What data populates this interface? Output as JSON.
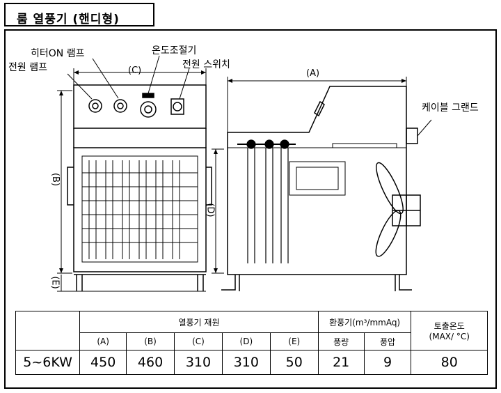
{
  "title": "룸 열풍기 (핸디형)",
  "callouts": {
    "heater_on_lamp": "히터ON 램프",
    "power_lamp": "전원 램프",
    "temp_control": "온도조절기",
    "power_switch": "전원 스위치",
    "cable_gland": "케이블 그랜드"
  },
  "dimension_labels": {
    "a": "(A)",
    "b": "(B)",
    "c": "(C)",
    "d": "(D)",
    "e": "(E)"
  },
  "table": {
    "group_heater": "열풍기 재원",
    "group_fan": "환풍기(m³/mmAq)",
    "group_outlet_temp": "토출온도",
    "outlet_temp_unit": "(MAX/ °C)",
    "sub_headers": [
      "(A)",
      "(B)",
      "(C)",
      "(D)",
      "(E)"
    ],
    "fan_sub_headers": [
      "풍량",
      "풍압"
    ],
    "row": {
      "model": "5~6KW",
      "values": [
        "450",
        "460",
        "310",
        "310",
        "50"
      ],
      "air_volume": "21",
      "air_pressure": "9",
      "outlet_temp": "80"
    }
  }
}
